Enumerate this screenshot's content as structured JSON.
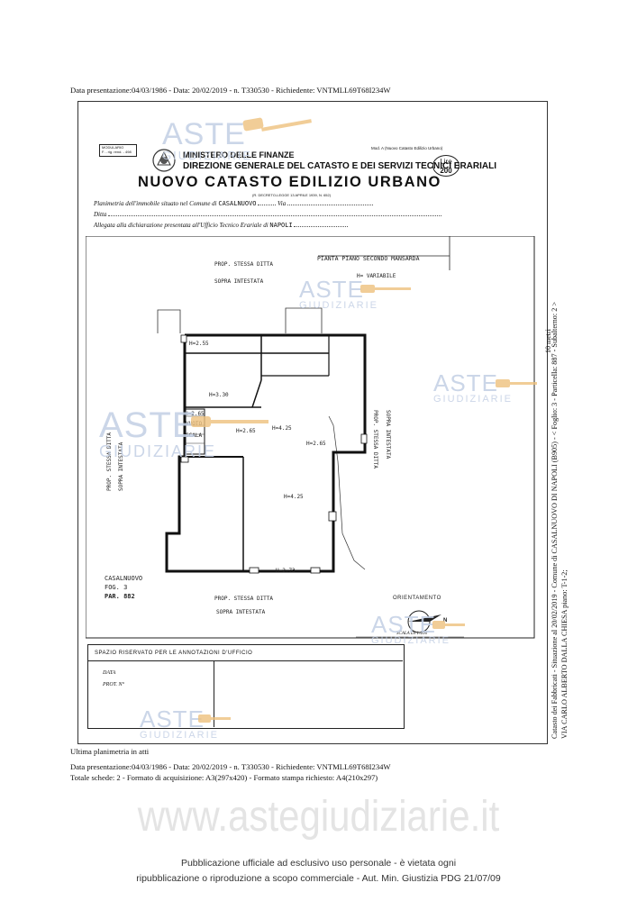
{
  "header": {
    "line1": "Data presentazione:04/03/1986 - Data: 20/02/2019 - n. T330530 - Richiedente: VNTMLL69T68I234W"
  },
  "form": {
    "stamp": "MODULARIO\nF. - rig. rend. - 498",
    "mod_a": "Mod. A (Nuovo Catasto Edilizio Urbano)",
    "lire_label": "Lire",
    "lire_value": "200",
    "ministry": "MINISTERO DELLE FINANZE",
    "direction": "DIREZIONE GENERALE DEL CATASTO E DEI SERVIZI TECNICI ERARIALI",
    "title": "NUOVO CATASTO EDILIZIO URBANO",
    "decree": "(R. DECRETO-LEGGE 13 APRILE 1939, N. 652)",
    "planimetria_label": "Planimetria dell'immobile situato nel Comune di",
    "comune": "CASALNUOVO",
    "via_label": "Via",
    "ditta_label": "Ditta",
    "allegata_label": "Allegata alla dichiarazione presentata all'Ufficio Tecnico Erariale di",
    "ufficio": "NAPOLI"
  },
  "plan": {
    "title": "PIANTA PIANO SECONDO MANSARDA",
    "height_var": "H= VARIABILE",
    "top_owner_1": "PROP. STESSA DITTA",
    "top_owner_2": "SOPRA INTESTATA",
    "left_owner_1": "PROP. STESSA DITTA",
    "left_owner_2": "SOPRA INTESTATA",
    "right_owner_1": "PROP. STESSA DITTA",
    "right_owner_2": "SOPRA INTESTATA",
    "bottom_owner_1": "PROP. STESSA DITTA",
    "bottom_owner_2": "SOPRA INTESTATA",
    "h1": "H=2.55",
    "h2": "H=3.30",
    "h3": "H=2.65",
    "h4": "H=2.65",
    "h5": "H=4.25",
    "h6": "H=2.65",
    "h7": "H=4.25",
    "h8": "H=2.73",
    "vuoto": "VUOTO",
    "scala": "SCALA",
    "ref1": "CASALNUOVO",
    "ref2": "FOG. 3",
    "ref3": "PAR. 882",
    "orientamento": "ORIENTAMENTO",
    "north": "N",
    "scala_label": "SCALA DI 1:200"
  },
  "annotations": {
    "title": "SPAZIO RISERVATO PER LE ANNOTAZIONI D'UFFICIO",
    "data": "DATA",
    "prot": "PROT. N°"
  },
  "side": {
    "line1": "Catasto dei Fabbricati - Situazione al 20/02/2019 - Comune di CASALNUOVO DI NAPOLI (B905) - < Foglio: 3 - Particella: 887 - Subalterno: 2 >",
    "line2": "VIA CARLO ALBERTO DALLA CHIESA piano: T-1-2;",
    "scale": "10 metri"
  },
  "bottom": {
    "ultima": "Ultima planimetria in atti",
    "line1": "Data presentazione:04/03/1986 - Data: 20/02/2019 - n. T330530 - Richiedente: VNTMLL69T68I234W",
    "line2": "Totale schede: 2 - Formato di acquisizione: A3(297x420) - Formato stampa richiesto: A4(210x297)"
  },
  "watermark": {
    "aste": "ASTE",
    "giudiziarie": "GIUDIZIARIE"
  },
  "footer": {
    "site": "www.astegiudiziarie.it",
    "notice1": "Pubblicazione ufficiale ad esclusivo uso personale - è vietata ogni",
    "notice2": "ripubblicazione o riproduzione a scopo commerciale - Aut. Min. Giustizia PDG 21/07/09"
  },
  "colors": {
    "watermark": "#c3cfe4",
    "hammer": "#e9b968"
  }
}
